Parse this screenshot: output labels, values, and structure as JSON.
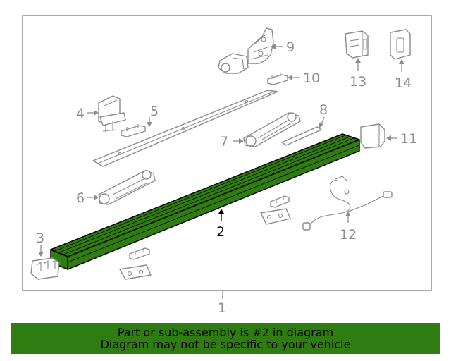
{
  "callouts": {
    "c1": "1",
    "c2": "2",
    "c3": "3",
    "c4": "4",
    "c5": "5",
    "c6": "6",
    "c7": "7",
    "c8": "8",
    "c9": "9",
    "c10": "10",
    "c11": "11",
    "c12": "12",
    "c13": "13",
    "c14": "14"
  },
  "highlight_color": "#2f7d10",
  "banner": {
    "line1": "Part or sub-assembly is #2 in diagram",
    "line2": "Diagram may not be specific to your vehicle"
  }
}
